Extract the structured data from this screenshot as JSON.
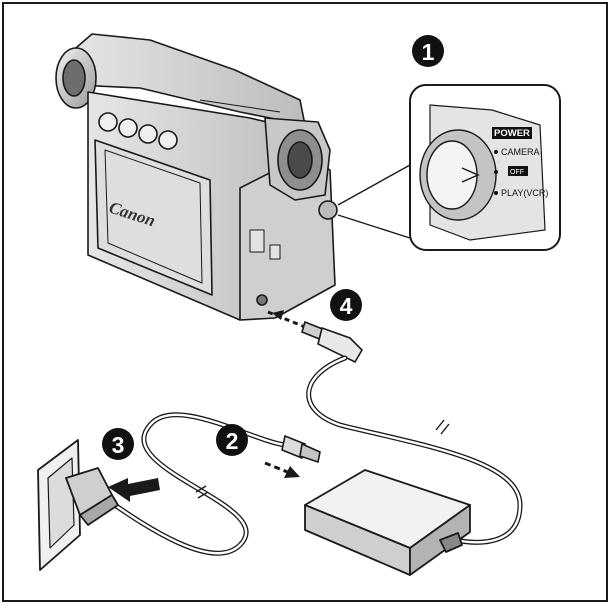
{
  "steps": {
    "step1": "1",
    "step2": "2",
    "step3": "3",
    "step4": "4"
  },
  "camera": {
    "brand": "Canon"
  },
  "power_switch": {
    "title": "POWER",
    "mode_camera": "CAMERA",
    "mode_off": "OFF",
    "mode_play": "PLAY(VCR)"
  },
  "colors": {
    "line": "#1a1a1a",
    "badge": "#111111",
    "body_grey": "#d9d9d9",
    "shade_grey": "#b5b5b5"
  }
}
